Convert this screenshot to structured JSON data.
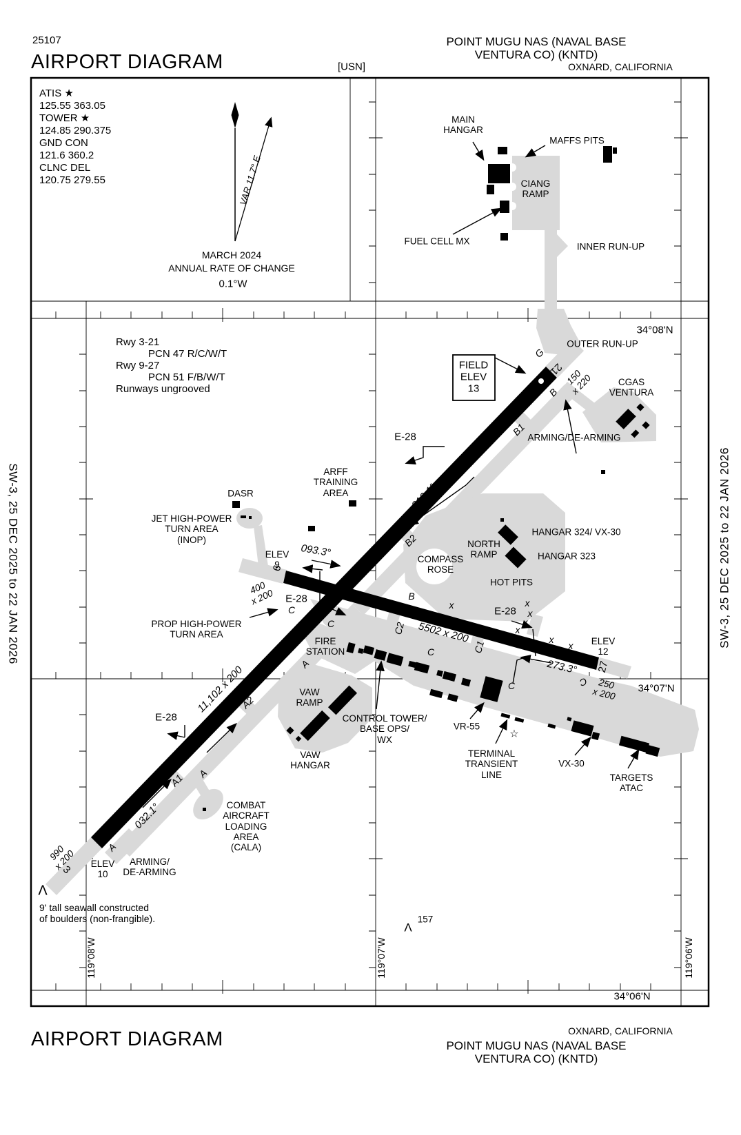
{
  "colors": {
    "ink": "#000000",
    "apron": "#d9d9d9",
    "paper": "#ffffff"
  },
  "header": {
    "chart_number": "25107",
    "title": "AIRPORT DIAGRAM",
    "airport": "POINT MUGU NAS (NAVAL BASE VENTURA CO)  (KNTD)",
    "org": "[USN]",
    "city": "OXNARD, CALIFORNIA"
  },
  "footer": {
    "title": "AIRPORT DIAGRAM",
    "city": "OXNARD, CALIFORNIA",
    "airport": "POINT MUGU NAS (NAVAL BASE VENTURA CO)  (KNTD)"
  },
  "banners": {
    "left": "SW-3,  25 DEC 2025  to  22 JAN 2026",
    "right": "SW-3,  25 DEC 2025  to  22 JAN 2026"
  },
  "comm": {
    "atis_label": "ATIS ★",
    "atis_freq": "125.55  363.05",
    "tower_label": "TOWER ★",
    "tower_freq": "124.85  290.375",
    "gnd_label": "GND CON",
    "gnd_freq": "121.6  360.2",
    "clnc_label": "CLNC DEL",
    "clnc_freq": "120.75  279.55"
  },
  "compass": {
    "variation": "VAR 11.7° E",
    "date": "MARCH 2024",
    "rate_label": "ANNUAL RATE OF CHANGE",
    "rate_value": "0.1°W"
  },
  "notes": {
    "rwy1": "Rwy 3-21",
    "pcn1": "PCN 47 R/C/W/T",
    "rwy2": "Rwy 9-27",
    "pcn2": "PCN 51 F/B/W/T",
    "ungrooved": "Runways ungrooved"
  },
  "elevations": {
    "field_box": "FIELD\nELEV\n13",
    "elev9": "ELEV\n9",
    "elev10": "ELEV\n10",
    "elev12": "ELEV\n12"
  },
  "headings": {
    "h032": "032.1°",
    "h212": "212.1°",
    "h093": "093.3°",
    "h273": "273.3°"
  },
  "dims": {
    "r321": "11,102 x 200",
    "r927": "5502 x 200",
    "ov150": "150\nx 220",
    "ov990": "990\nx 200",
    "ov400": "400\nx 200",
    "ov250": "250\nx 200"
  },
  "runway_numbers": {
    "r3": "3",
    "r21": "21",
    "r9": "9",
    "r27": "27"
  },
  "taxiways": {
    "a": "A",
    "a1": "A1",
    "a2": "A2",
    "b": "B",
    "b1": "B1",
    "b2": "B2",
    "c": "C",
    "c1": "C1",
    "c2": "C2",
    "g": "G"
  },
  "coords": {
    "lat08": "34°08'N",
    "lat07": "34°07'N",
    "lat06": "34°06'N",
    "lon08": "119°08'W",
    "lon07": "119°07'W",
    "lon06": "119°06'W"
  },
  "labels": {
    "main_hangar": "MAIN\nHANGAR",
    "maffs_pits": "MAFFS PITS",
    "ciang_ramp": "CIANG\nRAMP",
    "fuel_cell_mx": "FUEL CELL MX",
    "inner_run_up": "INNER RUN-UP",
    "outer_run_up": "OUTER RUN-UP",
    "cgas_ventura": "CGAS\nVENTURA",
    "arming_de_arming_ne": "ARMING/DE-ARMING",
    "arming_de_arming_sw": "ARMING/\nDE-ARMING",
    "e28": "E-28",
    "arff": "ARFF\nTRAINING\nAREA",
    "dasr": "DASR",
    "jet_turn": "JET HIGH-POWER\nTURN AREA\n(INOP)",
    "prop_turn": "PROP HIGH-POWER\nTURN AREA",
    "fire_station": "FIRE\nSTATION",
    "north_ramp": "NORTH\nRAMP",
    "compass_rose": "COMPASS\nROSE",
    "hangar_324": "HANGAR 324/ VX-30",
    "hangar_323": "HANGAR 323",
    "hot_pits": "HOT PITS",
    "control_tower": "CONTROL TOWER/\nBASE OPS/\nWX",
    "vaw_ramp": "VAW\nRAMP",
    "vaw_hangar": "VAW\nHANGAR",
    "combat_cala": "COMBAT\nAIRCRAFT\nLOADING\nAREA\n(CALA)",
    "vr_55": "VR-55",
    "terminal_transient": "TERMINAL\nTRANSIENT\nLINE",
    "vx_30": "VX-30",
    "targets_atac": "TARGETS\nATAC",
    "seawall_note": "9' tall seawall constructed\nof boulders (non-frangible).",
    "seawall_symbol": "Λ",
    "obstacle_157": "157",
    "star_symbol": "☆",
    "closed_mark": "x"
  }
}
